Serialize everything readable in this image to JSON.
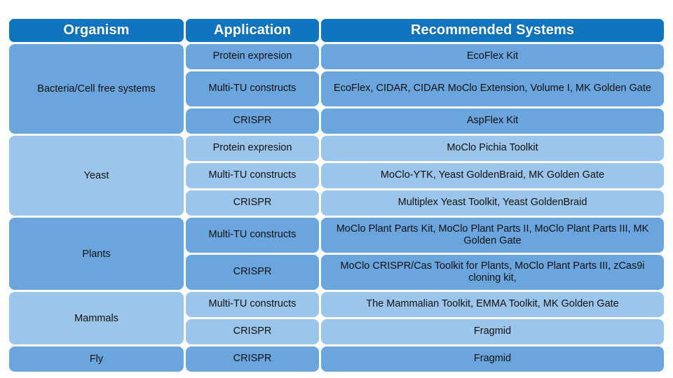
{
  "table": {
    "headers": [
      {
        "label": "Organism",
        "key": "organism"
      },
      {
        "label": "Application",
        "key": "application"
      },
      {
        "label": "Recommended Systems",
        "key": "recommended_systems"
      }
    ],
    "accent_colors": {
      "header_blue": "#1075BE",
      "row_dark_blue": "#6BA5DE",
      "row_light_blue": "#9CC5EB",
      "header_text": "#FFFFFF",
      "body_text": "#111111",
      "page_background": "#FFFFFF"
    },
    "groups": [
      {
        "organism": "Bacteria/Cell free systems",
        "tone": "dark",
        "rows": [
          {
            "application": "Protein expresion",
            "recommended_systems": "EcoFlex Kit",
            "height": "reg"
          },
          {
            "application": "Multi-TU constructs",
            "recommended_systems": "EcoFlex, CIDAR, CIDAR MoClo Extension, Volume I, MK Golden Gate",
            "height": "tall"
          },
          {
            "application": "CRISPR",
            "recommended_systems": "AspFlex Kit",
            "height": "reg"
          }
        ]
      },
      {
        "organism": "Yeast",
        "tone": "light",
        "rows": [
          {
            "application": "Protein expresion",
            "recommended_systems": "MoClo Pichia Toolkit",
            "height": "reg"
          },
          {
            "application": "Multi-TU constructs",
            "recommended_systems": "MoClo-YTK, Yeast GoldenBraid, MK Golden Gate",
            "height": "reg"
          },
          {
            "application": "CRISPR",
            "recommended_systems": "Multiplex Yeast Toolkit, Yeast GoldenBraid",
            "height": "reg"
          }
        ]
      },
      {
        "organism": "Plants",
        "tone": "dark",
        "rows": [
          {
            "application": "Multi-TU constructs",
            "recommended_systems": "MoClo Plant Parts Kit, MoClo Plant Parts II, MoClo Plant Parts III, MK Golden Gate",
            "height": "tall"
          },
          {
            "application": "CRISPR",
            "recommended_systems": "MoClo CRISPR/Cas Toolkit for Plants, MoClo Plant Parts III, zCas9i cloning kit,",
            "height": "tall"
          }
        ]
      },
      {
        "organism": "Mammals",
        "tone": "light",
        "rows": [
          {
            "application": "Multi-TU constructs",
            "recommended_systems": "The Mammalian Toolkit, EMMA Toolkit, MK Golden Gate",
            "height": "reg"
          },
          {
            "application": "CRISPR",
            "recommended_systems": "Fragmid",
            "height": "reg"
          }
        ]
      },
      {
        "organism": "Fly",
        "tone": "dark",
        "rows": [
          {
            "application": "CRISPR",
            "recommended_systems": "Fragmid",
            "height": "reg"
          }
        ]
      }
    ]
  }
}
